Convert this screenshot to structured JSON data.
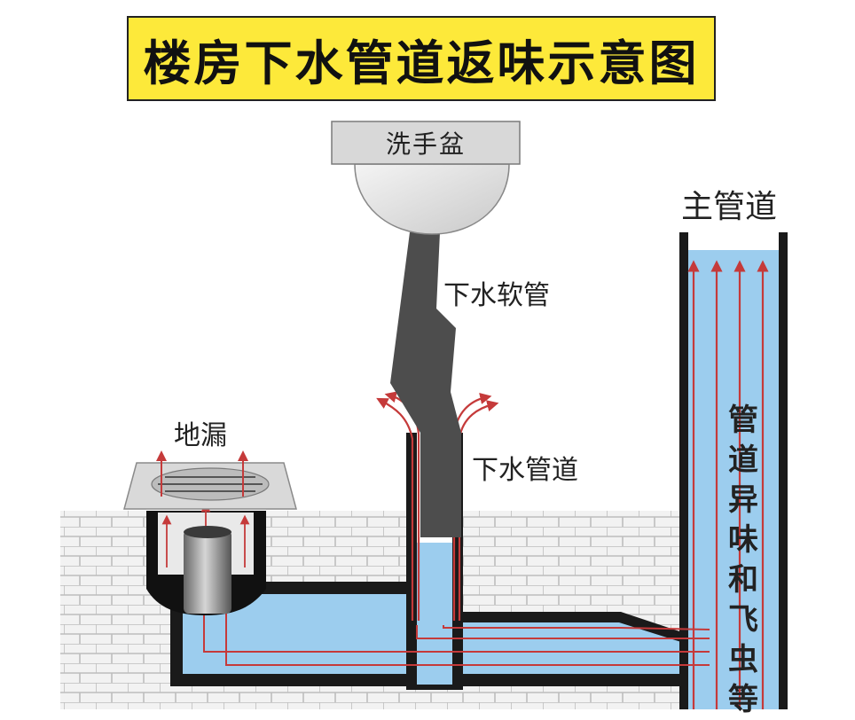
{
  "title": "楼房下水管道返味示意图",
  "labels": {
    "sink": "洗手盆",
    "main_pipe": "主管道",
    "soft_hose": "下水软管",
    "floor_drain": "地漏",
    "drain_pipe": "下水管道",
    "odor_note": "管道异味和飞虫等"
  },
  "colors": {
    "title_bg": "#fde93a",
    "water": "#9ccdee",
    "pipe_wall": "#1a1a1a",
    "odor_arrow": "#c53a3a",
    "hose": "#4d4d4d",
    "brick": "#f0f0f0"
  }
}
